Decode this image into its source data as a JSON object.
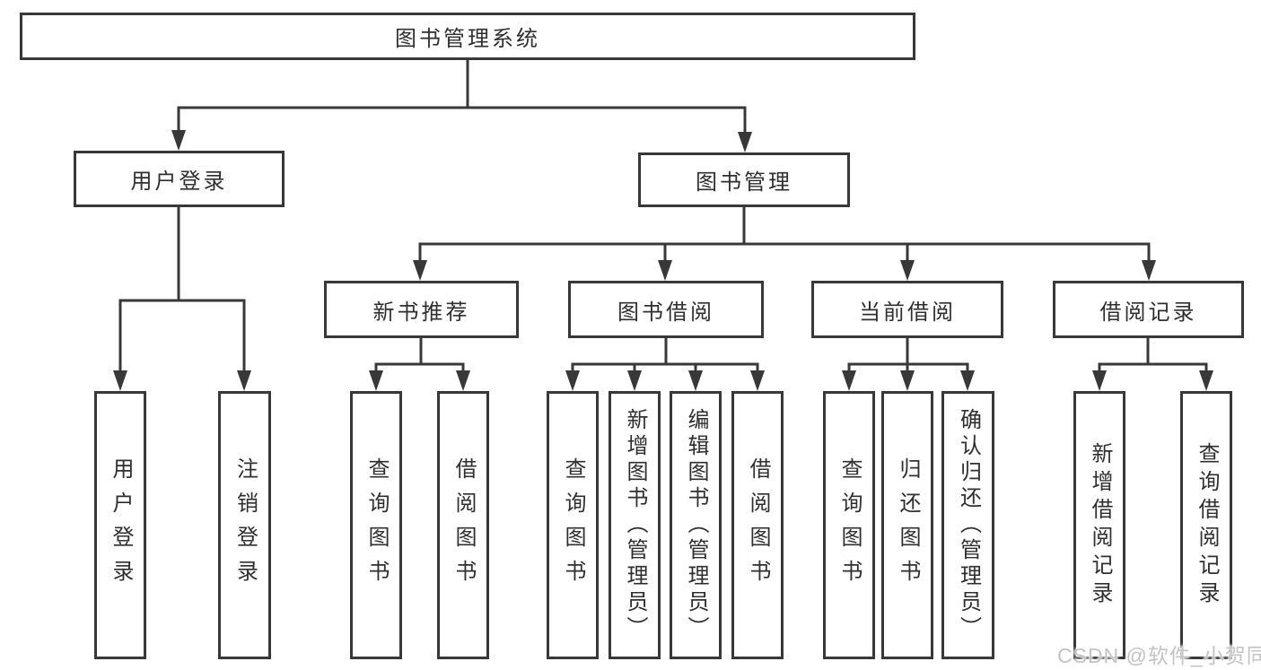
{
  "diagram_title": "图书管理系统",
  "tree": {
    "root": {
      "label": "图书管理系统",
      "children": [
        {
          "label": "用户登录",
          "children": [
            {
              "label": "用户登录"
            },
            {
              "label": "注销登录"
            }
          ]
        },
        {
          "label": "图书管理",
          "children": [
            {
              "label": "新书推荐",
              "children": [
                {
                  "label": "查询图书"
                },
                {
                  "label": "借阅图书"
                }
              ]
            },
            {
              "label": "图书借阅",
              "children": [
                {
                  "label": "查询图书"
                },
                {
                  "label": "新增图书（管理员）"
                },
                {
                  "label": "编辑图书（管理员）"
                },
                {
                  "label": "借阅图书"
                }
              ]
            },
            {
              "label": "当前借阅",
              "children": [
                {
                  "label": "查询图书"
                },
                {
                  "label": "归还图书"
                },
                {
                  "label": "确认归还（管理员）"
                }
              ]
            },
            {
              "label": "借阅记录",
              "children": [
                {
                  "label": "新增借阅记录"
                },
                {
                  "label": "查询借阅记录"
                }
              ]
            }
          ]
        }
      ]
    }
  },
  "watermark": {
    "text": "CSDN @软件_小贺同学"
  },
  "colors": {
    "line": "#383838",
    "box_border": "#383838",
    "box_background": "#ffffff",
    "text": "#2f2f2f",
    "watermark": "#c3c3c3"
  }
}
